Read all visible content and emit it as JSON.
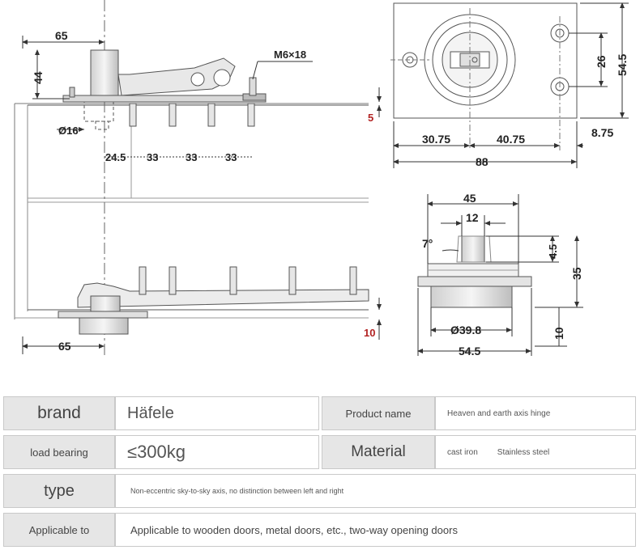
{
  "drawing": {
    "front_view": {
      "dim_top_offset": "65",
      "dim_height_top": "44",
      "screw_callout": "M6×18",
      "dim_plate_gap": "5",
      "dim_pivot_diameter": "Ø16",
      "dim_first_hole": "24.5",
      "dim_hole_pitch": [
        "33",
        "33",
        "33"
      ],
      "dim_bottom_offset": "65",
      "dim_bottom_gap": "10"
    },
    "top_view": {
      "dim_left": "30.75",
      "dim_mid": "40.75",
      "dim_right": "8.75",
      "dim_total_width": "88",
      "dim_hole_spacing": "26",
      "dim_total_height": "54.5"
    },
    "side_view": {
      "dim_flange_top": "45",
      "dim_spindle": "12",
      "dim_angle": "7°",
      "dim_spindle_height": "4.5",
      "dim_total_height": "35",
      "dim_diameter": "Ø39.8",
      "dim_base_width": "54.5",
      "dim_base_height": "10"
    }
  },
  "specs": {
    "brand_label": "brand",
    "brand_value": "Häfele",
    "product_name_label": "Product name",
    "product_name_value": "Heaven and earth axis hinge",
    "load_label": "load bearing",
    "load_value": "≤300kg",
    "material_label": "Material",
    "material_values": [
      "cast iron",
      "Stainless steel"
    ],
    "type_label": "type",
    "type_value": "Non-eccentric sky-to-sky axis, no distinction between left and right",
    "applicable_label": "Applicable to",
    "applicable_value": "Applicable to wooden doors, metal doors, etc., two-way opening doors"
  },
  "colors": {
    "label_bg": "#e6e6e6",
    "border": "#c9c9c9",
    "line": "#555555",
    "accent_red": "#b22222"
  }
}
